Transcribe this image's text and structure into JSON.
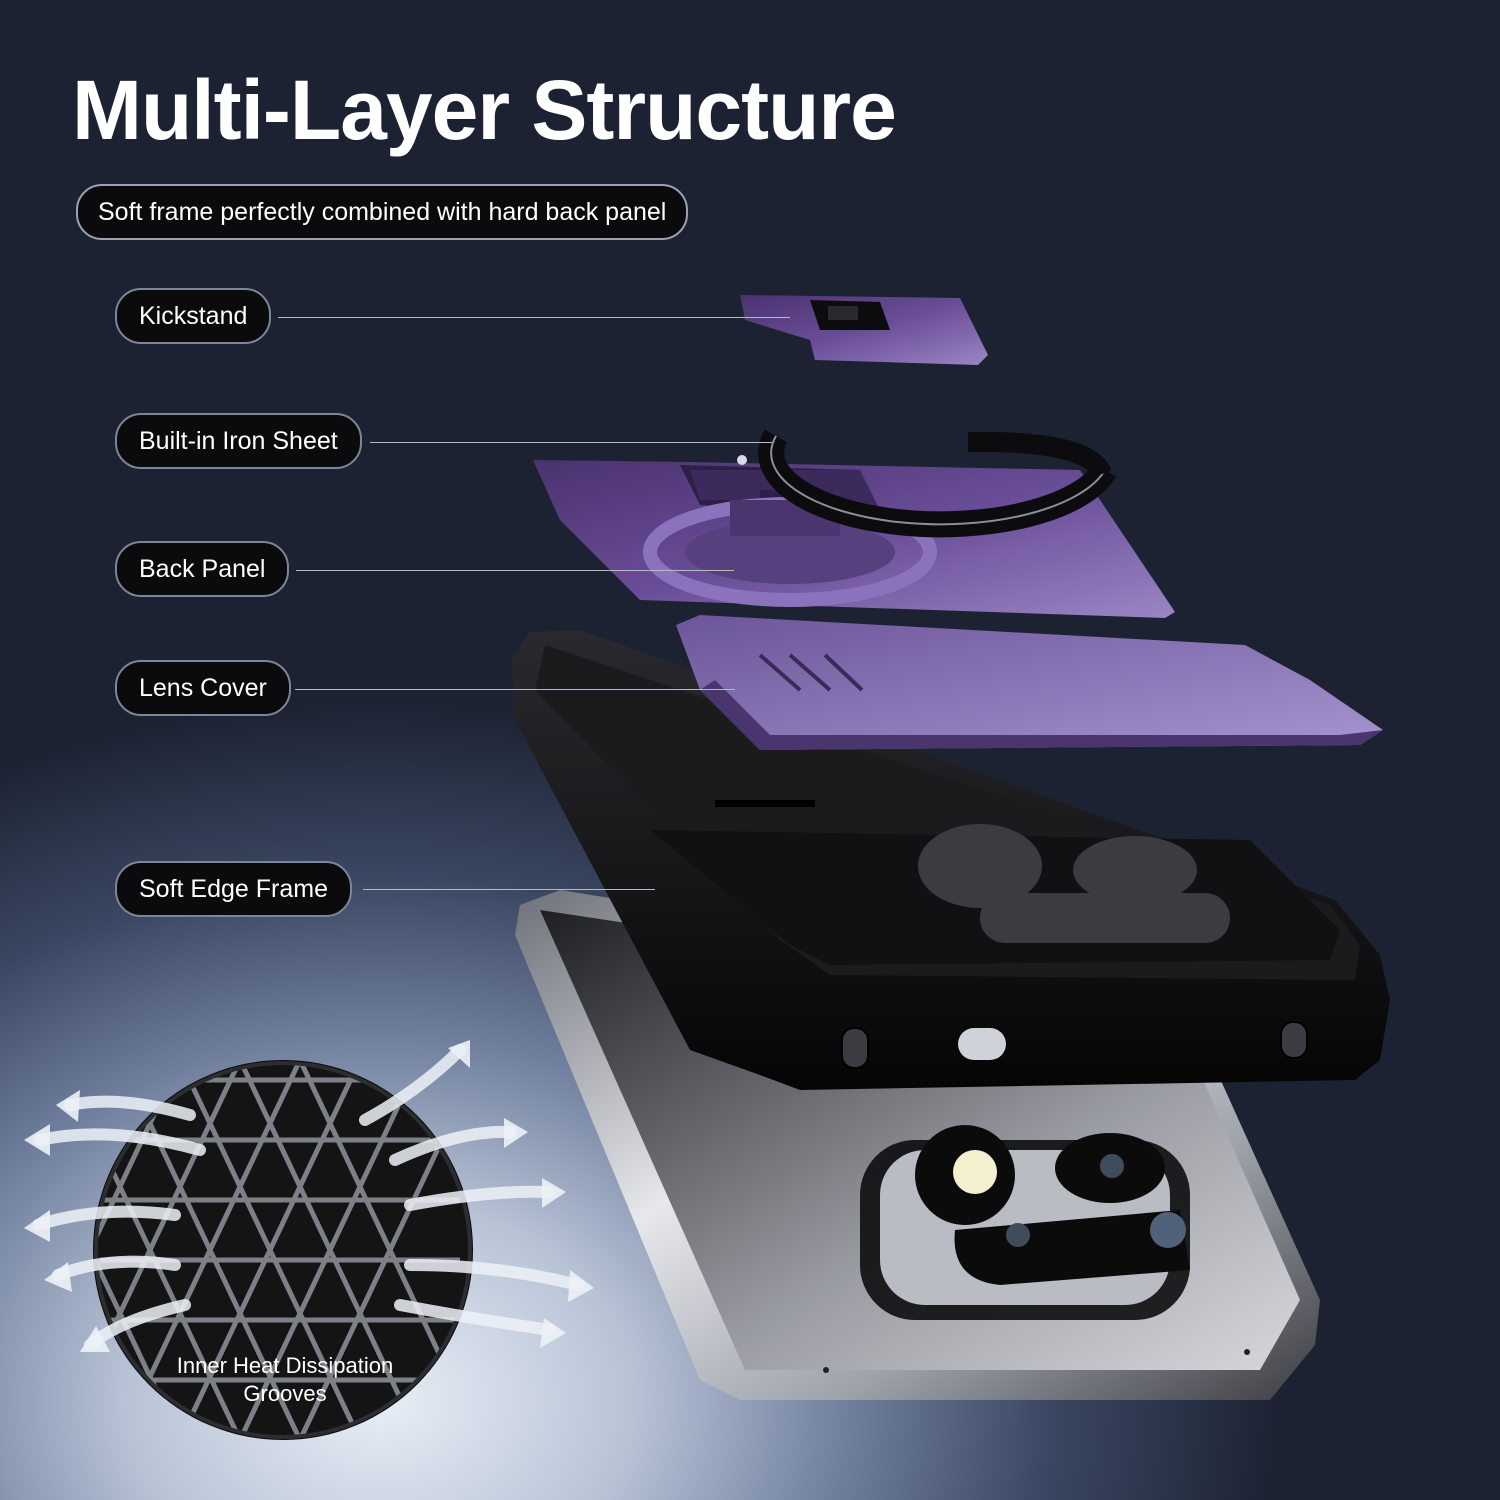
{
  "title": "Multi-Layer Structure",
  "subtitle": "Soft frame perfectly combined with hard back panel",
  "labels": {
    "kickstand": "Kickstand",
    "iron_sheet": "Built-in Iron Sheet",
    "back_panel": "Back Panel",
    "lens_cover": "Lens Cover",
    "soft_edge_frame": "Soft Edge Frame"
  },
  "heat_caption": "Inner Heat Dissipation Grooves",
  "colors": {
    "case_purple": "#5b3f86",
    "frame_black": "#141416",
    "phone_silver": "#c9ccd3",
    "label_bg": "#0b0b0e"
  }
}
